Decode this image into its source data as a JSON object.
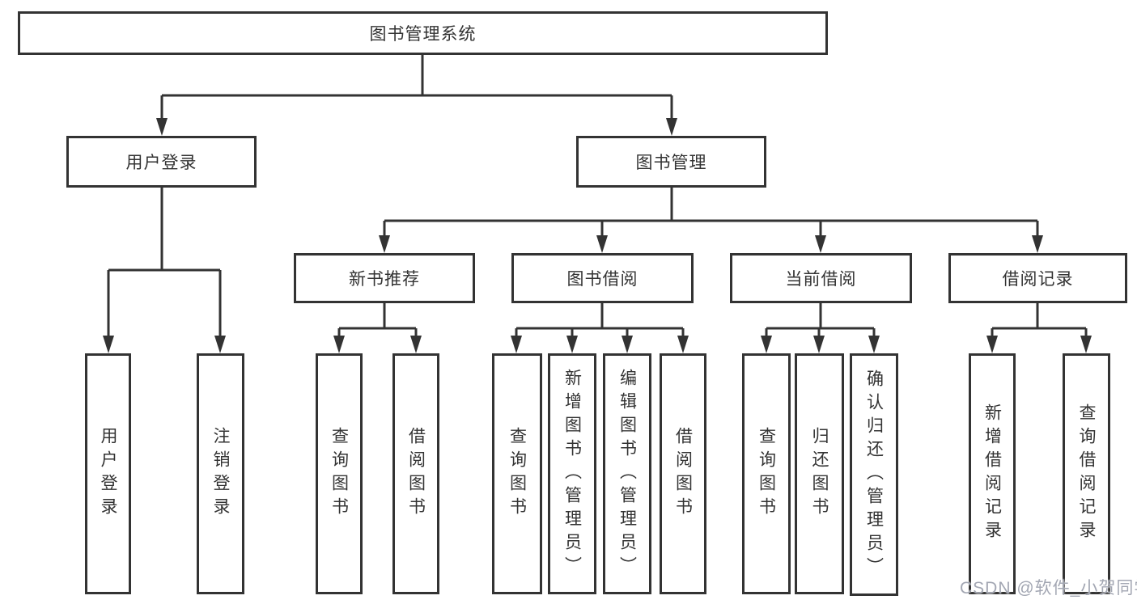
{
  "diagram": {
    "tree": {
      "root": {
        "label": "图书管理系统"
      },
      "branches": [
        {
          "label": "用户登录",
          "children": [
            {
              "label": "用户登录"
            },
            {
              "label": "注销登录"
            }
          ]
        },
        {
          "label": "图书管理",
          "sections": [
            {
              "label": "新书推荐",
              "children": [
                {
                  "label": "查询图书"
                },
                {
                  "label": "借阅图书"
                }
              ]
            },
            {
              "label": "图书借阅",
              "children": [
                {
                  "label": "查询图书"
                },
                {
                  "label": "新增图书（管理员）"
                },
                {
                  "label": "编辑图书（管理员）"
                },
                {
                  "label": "借阅图书"
                }
              ]
            },
            {
              "label": "当前借阅",
              "children": [
                {
                  "label": "查询图书"
                },
                {
                  "label": "归还图书"
                },
                {
                  "label": "确认归还（管理员）"
                }
              ]
            },
            {
              "label": "借阅记录",
              "children": [
                {
                  "label": "新增借阅记录"
                },
                {
                  "label": "查询借阅记录"
                }
              ]
            }
          ]
        }
      ]
    },
    "watermark": {
      "text": "CSDN @软件_小贺同学"
    },
    "colors": {
      "line": "#333333",
      "text": "#333333",
      "watermark": "#a3a7b3",
      "background": "#ffffff"
    }
  }
}
